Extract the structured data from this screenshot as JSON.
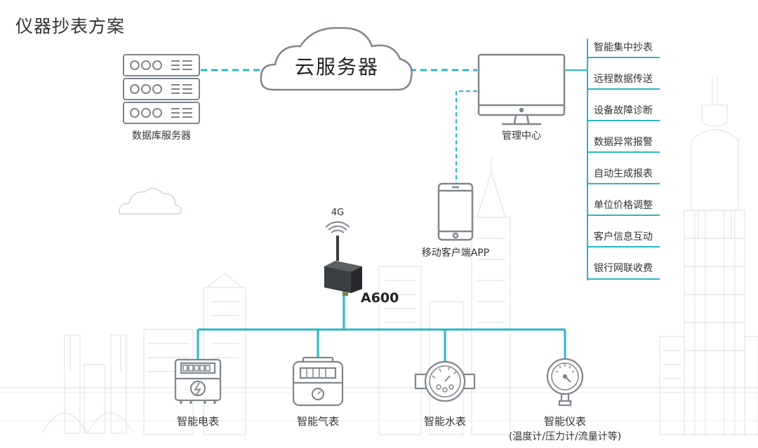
{
  "title": "仪器抄表方案",
  "cloud_label": "云服务器",
  "db_server_label": "数据库服务器",
  "management_label": "管理中心",
  "mobile_label": "移动客户端APP",
  "signal_label": "4G",
  "gateway_label": "A600",
  "features": [
    "智能集中抄表",
    "远程数据传送",
    "设备故障诊断",
    "数据异常报警",
    "自动生成报表",
    "单位价格调整",
    "客户信息互动",
    "银行网联收费"
  ],
  "meters": [
    {
      "label": "智能电表",
      "sublabel": ""
    },
    {
      "label": "智能气表",
      "sublabel": ""
    },
    {
      "label": "智能水表",
      "sublabel": ""
    },
    {
      "label": "智能仪表",
      "sublabel": "(温度计/压力计/流量计等)"
    }
  ],
  "colors": {
    "accent": "#29b6c8",
    "line_gray": "#9aa0a6",
    "skyline": "#dfe3e6"
  }
}
